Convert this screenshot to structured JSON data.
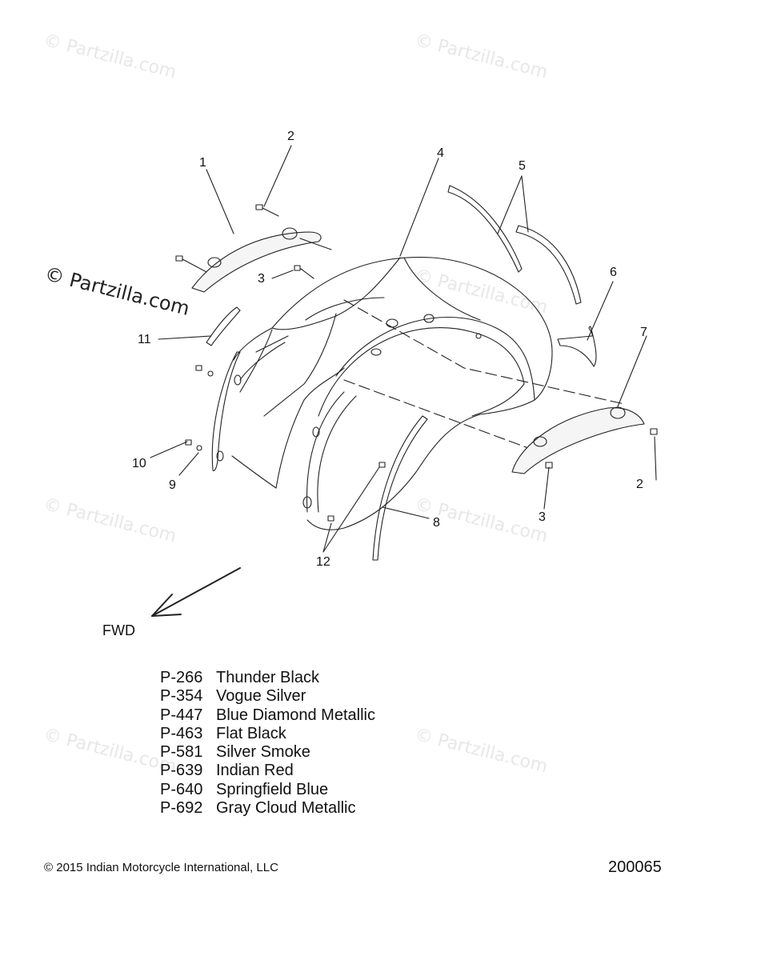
{
  "watermarks": {
    "tile_text": "© Partzilla.com",
    "strong_text": "© Partzilla.com"
  },
  "callouts": [
    "1",
    "2",
    "3",
    "4",
    "5",
    "6",
    "7",
    "8",
    "9",
    "10",
    "11",
    "12"
  ],
  "direction_label": "FWD",
  "paint_codes": [
    {
      "code": "P-266",
      "name": "Thunder Black"
    },
    {
      "code": "P-354",
      "name": "Vogue Silver"
    },
    {
      "code": "P-447",
      "name": "Blue Diamond Metallic"
    },
    {
      "code": "P-463",
      "name": "Flat Black"
    },
    {
      "code": "P-581",
      "name": "Silver Smoke"
    },
    {
      "code": "P-639",
      "name": "Indian Red"
    },
    {
      "code": "P-640",
      "name": "Springfield Blue"
    },
    {
      "code": "P-692",
      "name": "Gray Cloud Metallic"
    }
  ],
  "footer": {
    "copyright": "2015 Indian Motorcycle International, LLC",
    "diagram_id": "200065"
  },
  "colors": {
    "line": "#222222",
    "watermark": "#e7e7e7",
    "background": "#ffffff"
  }
}
